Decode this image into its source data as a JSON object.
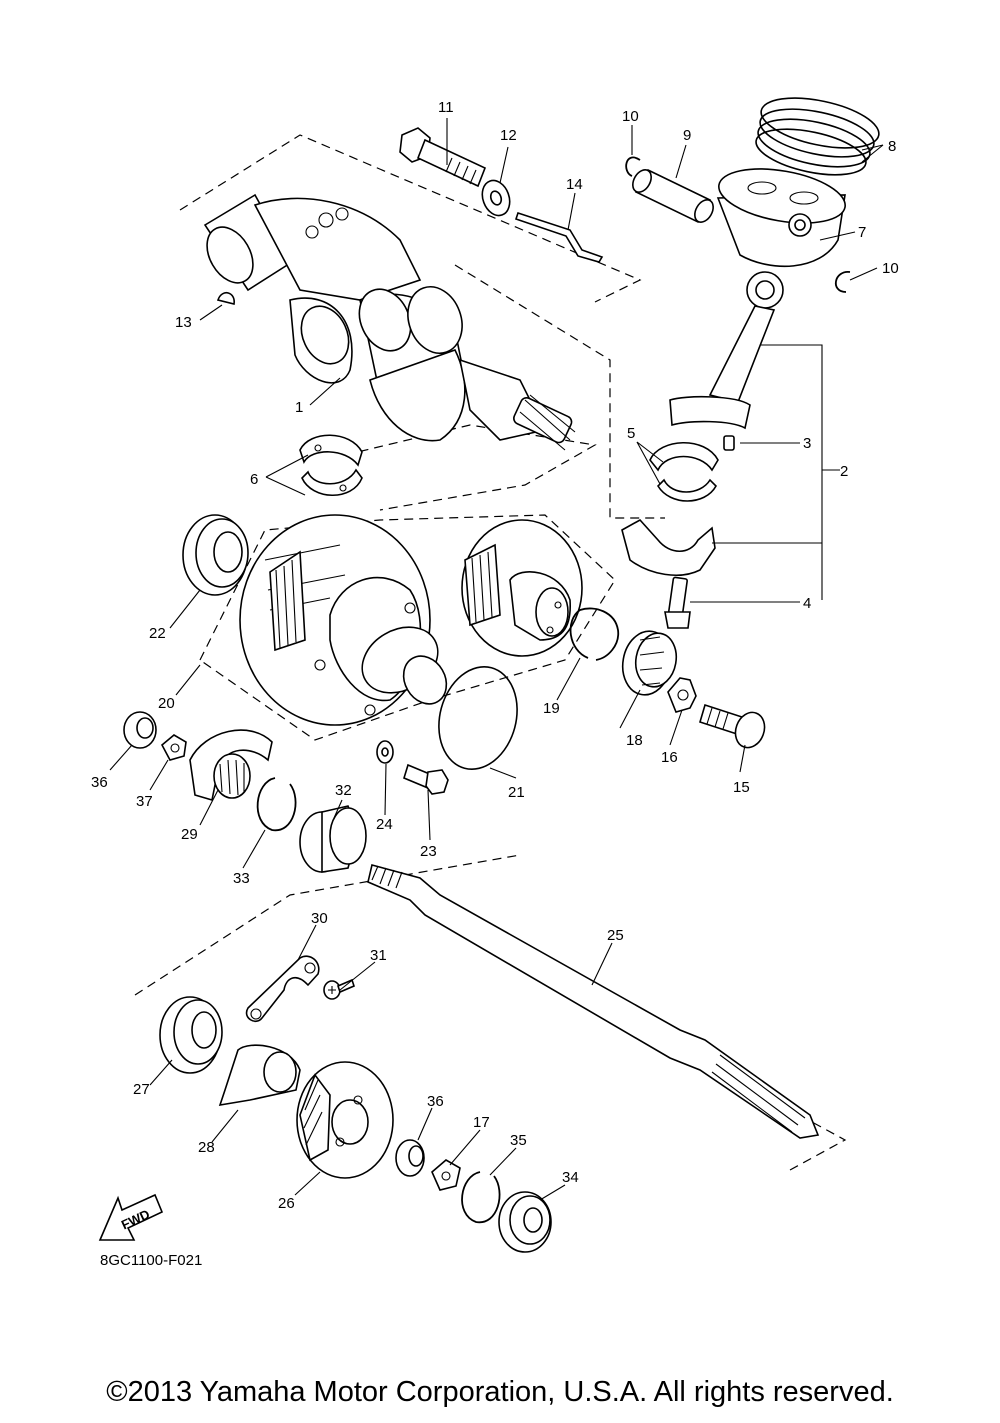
{
  "diagram_code": "8GC1100-F021",
  "fwd_label": "FWD",
  "copyright": "©2013 Yamaha Motor Corporation, U.S.A. All rights reserved.",
  "callouts": {
    "c1": "1",
    "c2": "2",
    "c3": "3",
    "c4": "4",
    "c5": "5",
    "c6": "6",
    "c7": "7",
    "c8": "8",
    "c9": "9",
    "c10a": "10",
    "c10b": "10",
    "c11": "11",
    "c12": "12",
    "c13": "13",
    "c14": "14",
    "c15": "15",
    "c16": "16",
    "c17": "17",
    "c18": "18",
    "c19": "19",
    "c20": "20",
    "c21": "21",
    "c22": "22",
    "c23": "23",
    "c24": "24",
    "c25": "25",
    "c26": "26",
    "c27": "27",
    "c28": "28",
    "c29": "29",
    "c30": "30",
    "c31": "31",
    "c32": "32",
    "c33": "33",
    "c34": "34",
    "c35": "35",
    "c36a": "36",
    "c36b": "36",
    "c37": "37"
  }
}
